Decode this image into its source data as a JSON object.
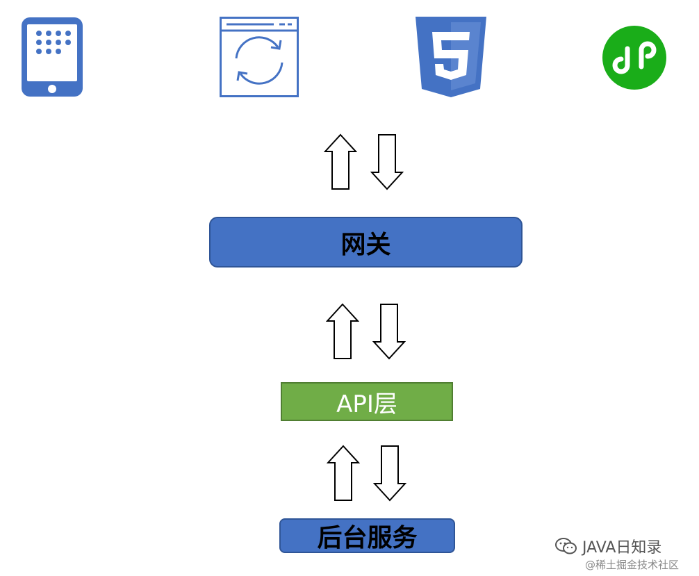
{
  "nodes": {
    "gateway": "网关",
    "api_layer": "API层",
    "backend_service": "后台服务"
  },
  "icons": {
    "client_1": "tablet-icon",
    "client_2": "browser-window-refresh-icon",
    "client_3": "html5-icon",
    "client_4": "mini-program-icon"
  },
  "watermark": {
    "account": "JAVA日知录",
    "platform": "@稀土掘金技术社区"
  },
  "colors": {
    "blue": "#4472c4",
    "green": "#70ad47",
    "mini_program_green": "#1aad19"
  }
}
